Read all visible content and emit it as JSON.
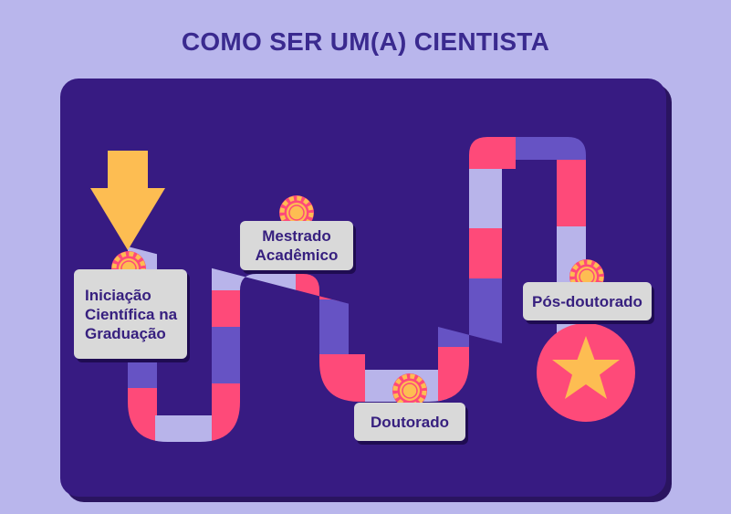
{
  "title": "COMO SER UM(A) CIENTISTA",
  "steps": [
    {
      "label": "Iniciação\nCientífica na\nGraduação"
    },
    {
      "label": "Mestrado\nAcadêmico"
    },
    {
      "label": "Doutorado"
    },
    {
      "label": "Pós-doutorado"
    }
  ],
  "colors": {
    "background": "#b9b6ec",
    "board": "#371b82",
    "title": "#3a2a8f",
    "path_pink": "#fe4a79",
    "path_blue": "#6653c4",
    "path_lavender": "#b8b4ea",
    "arrow": "#fdbd52",
    "goal_circle": "#fe4a79",
    "star": "#fdbd52",
    "label_bg": "#d9d9d9"
  },
  "icons": [
    "start-arrow-icon",
    "token-icon",
    "star-icon"
  ]
}
